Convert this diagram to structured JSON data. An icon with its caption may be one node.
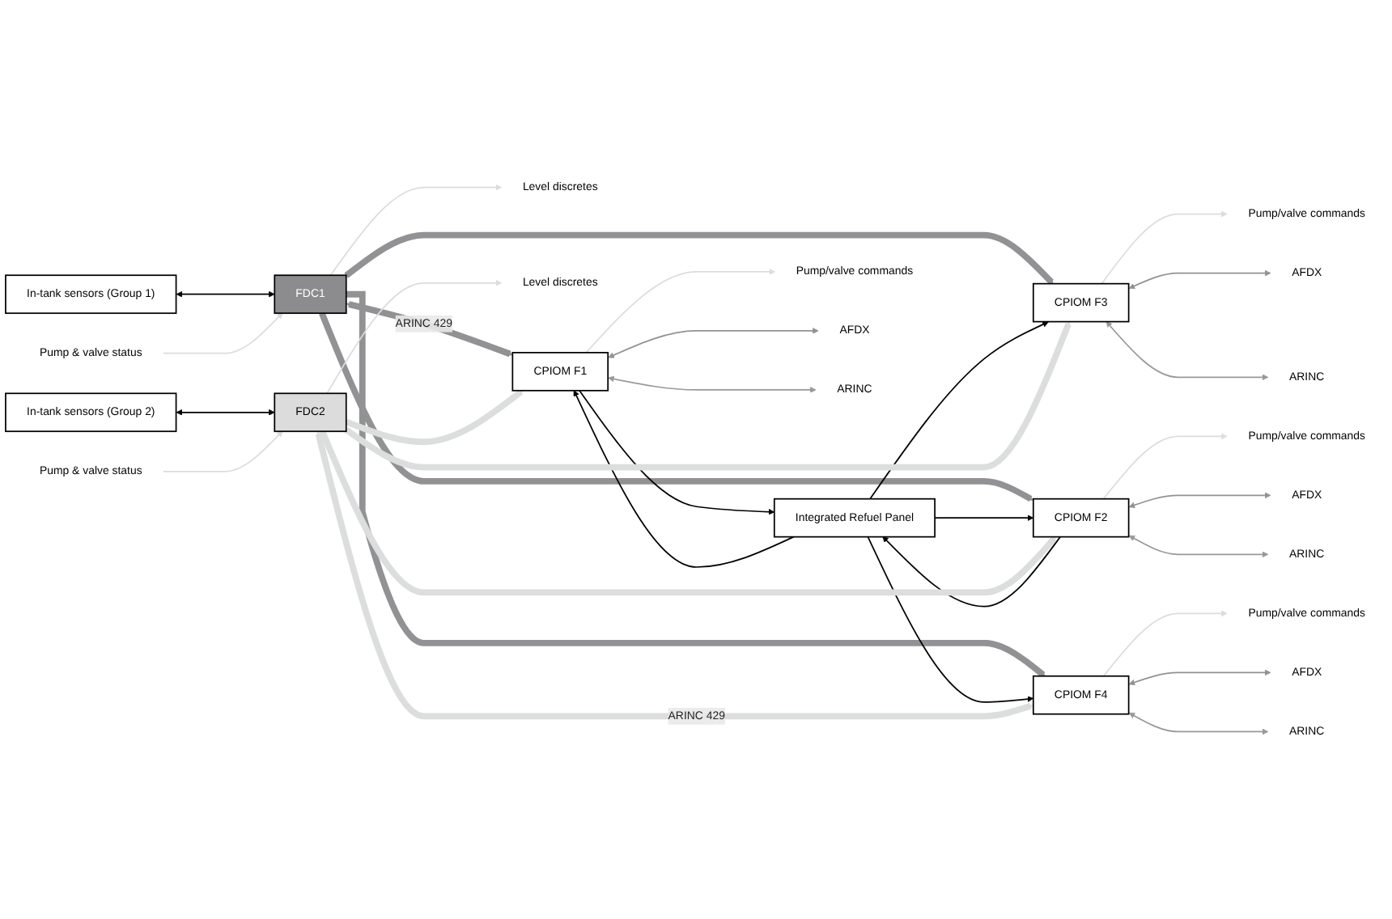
{
  "diagram": {
    "nodes": [
      {
        "text": [
          "In-tank sensors (Group 1)"
        ]
      },
      {
        "text": [
          "FDC1"
        ]
      },
      {
        "text": [
          "Pump & valve status"
        ]
      },
      {
        "text": [
          "Level discretes"
        ]
      },
      {
        "text": [
          "Integrated Refuel Panel"
        ]
      },
      {
        "text": [
          "CPIOM F1"
        ]
      },
      {
        "text": [
          "Pump/valve commands"
        ]
      },
      {
        "text": [
          "AFDX"
        ]
      },
      {
        "text": [
          "ARINC"
        ]
      },
      {
        "text": [
          "CPIOM F3"
        ]
      },
      {
        "text": [
          "Pump/valve commands"
        ]
      },
      {
        "text": [
          "AFDX"
        ]
      },
      {
        "text": [
          "ARINC"
        ]
      },
      {
        "text": [
          "CPIOM F2"
        ]
      },
      {
        "text": [
          "Pump/valve commands"
        ]
      },
      {
        "text": [
          "AFDX"
        ]
      },
      {
        "text": [
          "ARINC"
        ]
      },
      {
        "text": [
          "In-tank sensors (Group 2)"
        ]
      },
      {
        "text": [
          "FDC2"
        ]
      },
      {
        "text": [
          "Pump & valve status"
        ]
      },
      {
        "text": [
          "Level discretes"
        ]
      },
      {
        "text": [
          "CPIOM F4"
        ]
      },
      {
        "text": [
          "Pump/valve commands"
        ]
      },
      {
        "text": [
          "AFDX"
        ]
      },
      {
        "text": [
          "ARINC"
        ]
      }
    ],
    "edges": [
      {
        "from": 0,
        "to": 1,
        "arrow": "both"
      },
      {
        "from": 2,
        "to": 1,
        "arrow": "to",
        "color": "#dcdcdc"
      },
      {
        "from": 1,
        "to": 3,
        "arrow": "to",
        "color": "#dcdcdc"
      },
      {
        "from": 1,
        "to": 5,
        "arrow": "both",
        "label": "ARINC 429",
        "style": "thick",
        "color": "#929295"
      },
      {
        "from": 1,
        "to": 9,
        "arrow": "to",
        "style": "thick",
        "color": "#929295"
      },
      {
        "from": 1,
        "to": 13,
        "arrow": "to",
        "style": "thick",
        "color": "#929295"
      },
      {
        "from": 1,
        "to": 21,
        "arrow": "to",
        "style": "thick",
        "color": "#929295"
      },
      {
        "from": 5,
        "to": 4,
        "arrow": "to"
      },
      {
        "from": 4,
        "to": 5,
        "arrow": "to"
      },
      {
        "from": 4,
        "to": 9,
        "arrow": "to"
      },
      {
        "from": 13,
        "to": 4,
        "arrow": "to"
      },
      {
        "from": 4,
        "to": 13,
        "arrow": "to"
      },
      {
        "from": 4,
        "to": 21,
        "arrow": "to"
      },
      {
        "from": 18,
        "to": 21,
        "arrow": "both",
        "label": "ARINC 429",
        "style": "thick",
        "color": "#dcdddd"
      },
      {
        "from": 18,
        "to": 5,
        "arrow": "to",
        "style": "thick",
        "color": "#dcdddd"
      },
      {
        "from": 18,
        "to": 9,
        "arrow": "to",
        "style": "thick",
        "color": "#dcdddd"
      },
      {
        "from": 18,
        "to": 13,
        "arrow": "to",
        "style": "thick",
        "color": "#dcdddd"
      },
      {
        "from": 17,
        "to": 18,
        "arrow": "both"
      },
      {
        "from": 19,
        "to": 18,
        "arrow": "to",
        "color": "#dcdcdc"
      },
      {
        "from": 18,
        "to": 20,
        "arrow": "to",
        "color": "#dcdcdc"
      },
      {
        "from": 5,
        "to": 6,
        "arrow": "to",
        "color": "#dcdcdc"
      },
      {
        "from": 5,
        "to": 7,
        "arrow": "both",
        "color": "#929295"
      },
      {
        "from": 5,
        "to": 8,
        "arrow": "both",
        "color": "#999999"
      },
      {
        "from": 9,
        "to": 10,
        "arrow": "to",
        "color": "#dcdcdc"
      },
      {
        "from": 9,
        "to": 11,
        "arrow": "both",
        "color": "#929295"
      },
      {
        "from": 9,
        "to": 12,
        "arrow": "both",
        "color": "#999999"
      },
      {
        "from": 13,
        "to": 14,
        "arrow": "to",
        "color": "#dcdcdc"
      },
      {
        "from": 13,
        "to": 15,
        "arrow": "both",
        "color": "#929295"
      },
      {
        "from": 13,
        "to": 16,
        "arrow": "both",
        "color": "#999999"
      },
      {
        "from": 21,
        "to": 22,
        "arrow": "to",
        "color": "#dcdcdc"
      },
      {
        "from": 21,
        "to": 23,
        "arrow": "both",
        "color": "#929295"
      },
      {
        "from": 21,
        "to": 24,
        "arrow": "both",
        "color": "#999999"
      }
    ]
  }
}
